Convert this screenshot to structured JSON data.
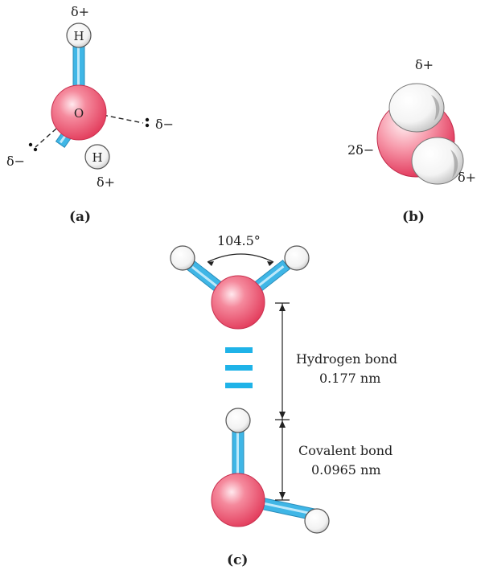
{
  "panel_a": {
    "caption": "(a)",
    "atom_o": "O",
    "atom_h1": "H",
    "atom_h2": "H",
    "charge_top": "δ+",
    "charge_bottom": "δ+",
    "charge_right": "δ−",
    "charge_left": "δ−"
  },
  "panel_b": {
    "caption": "(b)",
    "charge_top": "δ+",
    "charge_right": "δ+",
    "charge_left": "2δ−"
  },
  "panel_c": {
    "caption": "(c)",
    "angle": "104.5°",
    "hbond_label": "Hydrogen bond",
    "hbond_value": "0.177 nm",
    "covalent_label": "Covalent bond",
    "covalent_value": "0.0965 nm"
  },
  "colors": {
    "oxygen": "#e8506a",
    "hydrogen": "#ffffff",
    "bond": "#3fb6e6",
    "hbond_dash": "#1fb3e8"
  }
}
